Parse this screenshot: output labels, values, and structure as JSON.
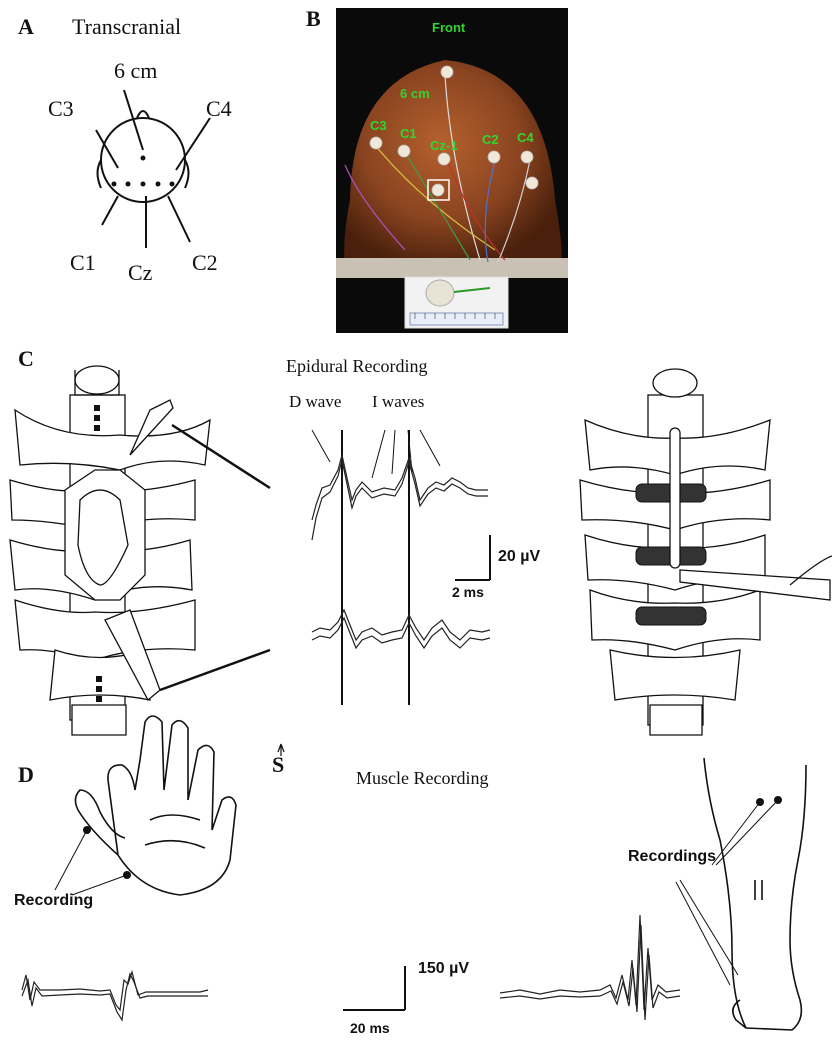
{
  "panel_a": {
    "letter": "A",
    "title": "Transcranial",
    "labels": {
      "top": "6 cm",
      "c3": "C3",
      "c4": "C4",
      "c1": "C1",
      "cz": "Cz",
      "c2": "C2"
    }
  },
  "panel_b": {
    "letter": "B",
    "front": "Front",
    "labels": {
      "six_cm": "6 cm",
      "c3": "C3",
      "c1": "C1",
      "cz1": "Cz-1",
      "c2": "C2",
      "c4": "C4"
    }
  },
  "panel_c": {
    "letter": "C",
    "title": "Epidural Recording",
    "d_wave": "D wave",
    "i_waves": "I waves",
    "scale_v": "20 µV",
    "scale_t": "2 ms",
    "stim_label": "S"
  },
  "panel_d": {
    "letter": "D",
    "title": "Muscle Recording",
    "recording": "Recording",
    "recordings": "Recordings",
    "scale_v": "150 µV",
    "scale_t": "20 ms"
  },
  "colors": {
    "electrode_label": "#2fd62f",
    "photo_dark": "#0a0a0a",
    "scalp": "#7a3a18"
  }
}
